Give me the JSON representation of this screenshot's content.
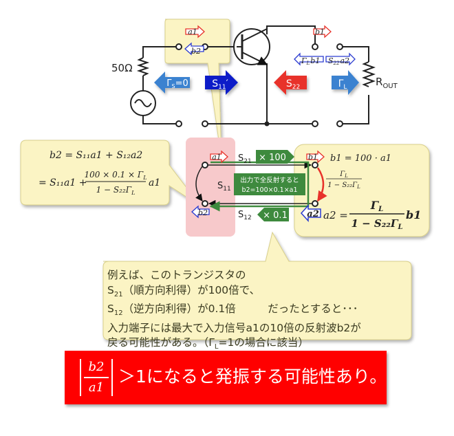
{
  "circuit": {
    "source_impedance": "50Ω",
    "gamma_s_label": "Γ",
    "gamma_s_sub": "S",
    "gamma_s_value": "=0",
    "s11_prime_label": "S",
    "s11_prime_sub": "11",
    "s11_prime_suffix": "′",
    "s22_label": "S",
    "s22_sub": "22",
    "gamma_l_label": "Γ",
    "gamma_l_sub": "L",
    "r_out_label": "R",
    "r_out_sub": "OUT",
    "input_wave_a1": "a1",
    "input_wave_b2": "b2",
    "output_wave_b1": "b1",
    "output_wave_gl_b1_g": "Γ",
    "output_wave_gl_b1_sub": "L",
    "output_wave_gl_b1_rest": "b1",
    "output_wave_s22_a2_s": "S",
    "output_wave_s22_a2_sub": "22",
    "output_wave_s22_a2_rest": "a2"
  },
  "left_formula": {
    "line1_lhs": "b2 = S",
    "line1": "b2 = S₁₁a1 + S₁₂a2",
    "line2_prefix": "= S₁₁a1 +",
    "line2_numerator": "100 × 0.1 × Γ",
    "line2_numerator_sub": "L",
    "line2_denominator": "1 − S₂₂Γ",
    "line2_denominator_sub": "L",
    "line2_suffix": "a1"
  },
  "flow_graph": {
    "port_a1": "a1",
    "port_b2": "b2",
    "port_b1": "b1",
    "port_a2": "a2",
    "s21_label": "S",
    "s21_sub": "21",
    "s21_gain": "× 100",
    "s12_label": "S",
    "s12_sub": "12",
    "s12_gain": "× 0.1",
    "s11_label": "S",
    "s11_sub": "11",
    "note_line1": "出力で全反射すると",
    "note_line2": "b2=100×0.1×a1",
    "b1_eq": "b1 = 100 · a1",
    "gamma_frac_num": "Γ",
    "gamma_frac_num_sub": "L",
    "gamma_frac_den": "1 − S₂₂Γ",
    "gamma_frac_den_sub": "L",
    "a2_eq_lhs": "a2 =",
    "a2_eq_num": "Γ",
    "a2_eq_num_sub": "L",
    "a2_eq_den": "1 − S₂₂Γ",
    "a2_eq_den_sub": "L",
    "a2_eq_rhs": "b1"
  },
  "callout": {
    "line1": "例えば、このトランジスタの",
    "line2_s": "S",
    "line2_sub": "21",
    "line2_rest": "（順方向利得）が100倍で、",
    "line3_s": "S",
    "line3_sub": "12",
    "line3_rest": "（逆方向利得）が0.1倍　　　だったとすると･･･",
    "line4": "入力端子には最大で入力信号a1の10倍の反射波b2が",
    "line5_start": "戻る可能性がある。（Γ",
    "line5_sub": "L",
    "line5_end": "=1の場合に該当）"
  },
  "banner": {
    "frac_num": "b2",
    "frac_den": "a1",
    "text": "＞1になると発振する可能性あり。"
  },
  "colors": {
    "box_fill": "#fbf4c4",
    "pink_fill": "#f7c9cb",
    "arrow_blue": "#3b82d0",
    "arrow_navy": "#0a1ec8",
    "arrow_red": "#e8322a",
    "badge_green": "#3e8a3e",
    "banner_red": "#ff0000"
  }
}
